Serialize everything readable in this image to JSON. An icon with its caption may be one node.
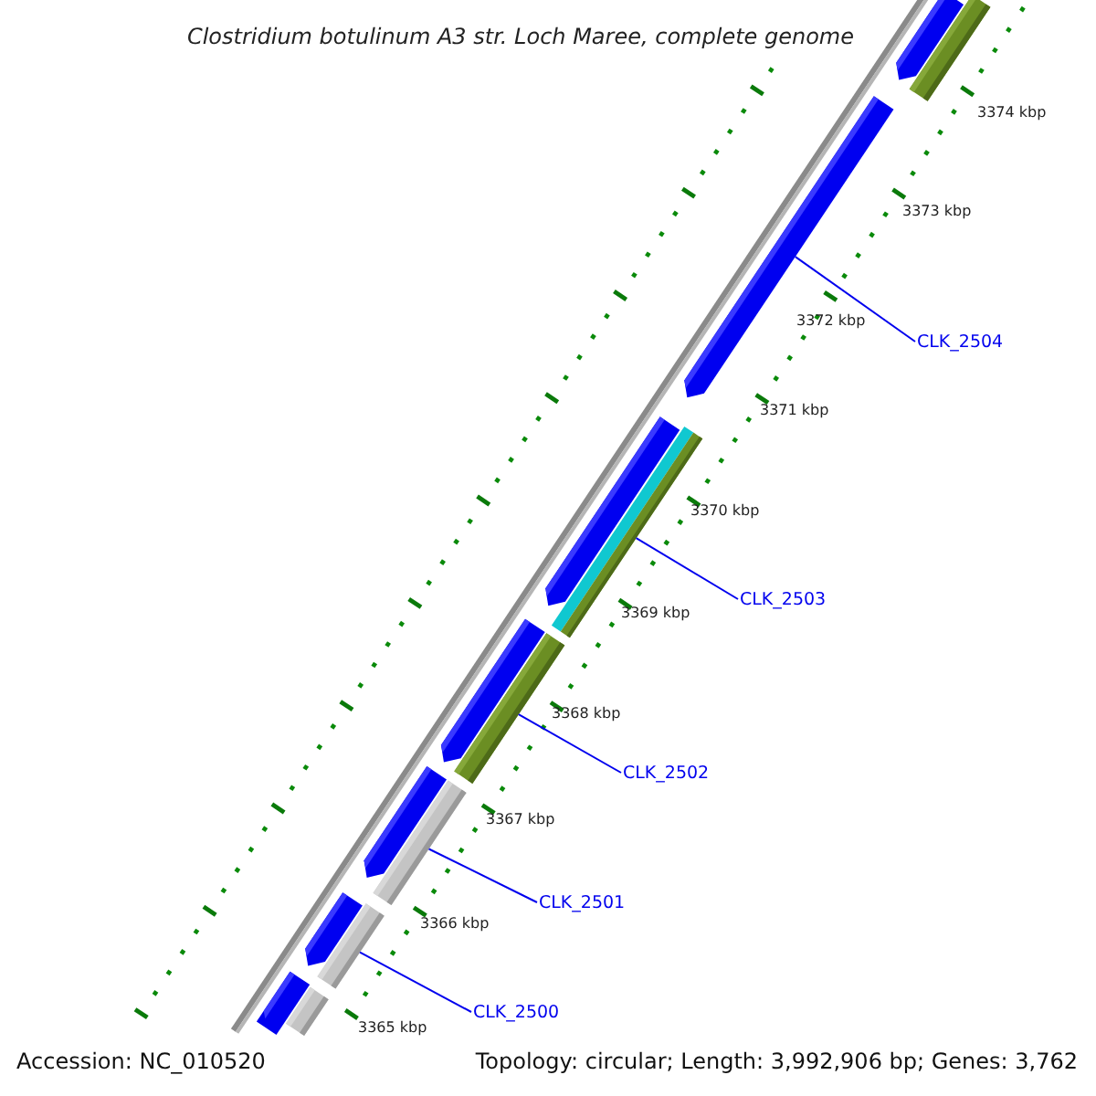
{
  "diagram": {
    "title": "Clostridium botulinum A3 str. Loch Maree, complete genome",
    "nodes": [
      {
        "text": [
          "CLK_2504"
        ]
      },
      {
        "text": [
          "CLK_2503"
        ]
      },
      {
        "text": [
          "CLK_2502"
        ]
      },
      {
        "text": [
          "CLK_2501"
        ]
      },
      {
        "text": [
          "CLK_2500"
        ]
      },
      {
        "text": [],
        "shape": "pentagon"
      },
      {
        "text": [],
        "shape": "pentagon"
      },
      {
        "text": [],
        "shape": "pentagon"
      },
      {
        "text": [],
        "shape": "pentagon"
      },
      {
        "text": [],
        "shape": "pentagon"
      },
      {
        "text": [],
        "shape": "pentagon"
      },
      {
        "text": [],
        "shape": "pentagon"
      },
      {
        "text": [],
        "shape": "bar"
      },
      {
        "text": [],
        "shape": "bar"
      },
      {
        "text": [],
        "shape": "bar"
      },
      {
        "text": [],
        "shape": "bar"
      },
      {
        "text": [],
        "shape": "bar"
      },
      {
        "text": [],
        "shape": "bar"
      }
    ],
    "edges": [
      {
        "from": 0,
        "to": 6,
        "arrow": "none"
      },
      {
        "from": 1,
        "to": 13,
        "arrow": "none"
      },
      {
        "from": 2,
        "to": 14,
        "arrow": "none"
      },
      {
        "from": 3,
        "to": 15,
        "arrow": "none"
      },
      {
        "from": 4,
        "to": 16,
        "arrow": "none"
      }
    ],
    "labels": [
      "3374 kbp",
      "3373 kbp",
      "3372 kbp",
      "3371 kbp",
      "3370 kbp",
      "3369 kbp",
      "3368 kbp",
      "3367 kbp",
      "3366 kbp",
      "3365 kbp",
      "Accession: NC_010520",
      "Topology: circular; Length: 3,992,906 bp; Genes: 3,762"
    ]
  }
}
